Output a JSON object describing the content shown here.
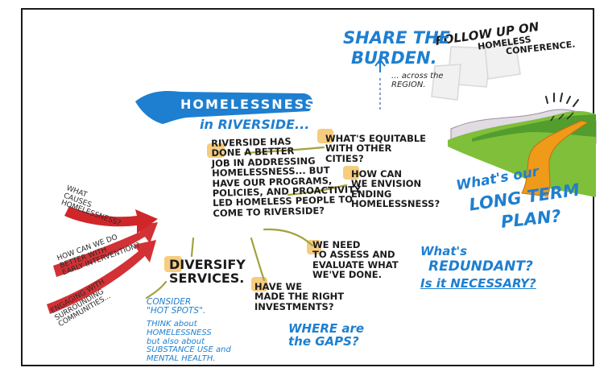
{
  "colors": {
    "accent_blue": "#1e7fd0",
    "highlight_yellow": "#f4c46a",
    "arrow_red": "#d0262a",
    "ink": "#1b1b1b",
    "connector_olive": "#a2a23e",
    "hill_green": "#7fbf3a",
    "road_orange": "#f09a1a"
  },
  "icons": [
    "road-landscape-illustration",
    "sun-rays-icon",
    "flag-banners-illustration",
    "up-arrow-icon",
    "red-arrow-icon"
  ],
  "header": {
    "followup_line1": "FOLLOW UP on",
    "followup_line2": "HOMELESS",
    "followup_line3": "CONFERENCE."
  },
  "central": {
    "banner": "HOMELESSNESS",
    "subtitle": "in RIVERSIDE..."
  },
  "nodes": {
    "share_burden_1": "SHARE the",
    "share_burden_2": "BURDEN.",
    "across_region": "... across the\nREGION.",
    "main_statement": "RIVERSIDE has\ndone a BETTER\nJOB in ADDRESSING\nHOMELESSNESS... but\nHAVE OUR PROGRAMS,\nPOLICIES, and PROACTIVITY\nLED HOMELESS PEOPLE to\nCOME to RIVERSIDE?",
    "equitable": "WHAT'S EQUITABLE\nWITH OTHER\nCITIES?",
    "envision": "HOW CAN\nWE ENVISION\nENDING\nHOMELESSNESS?",
    "long_term_1": "What's our",
    "long_term_2": "LONG TERM",
    "long_term_3": "PLAN?",
    "assess": "WE NEED\nTO ASSESS and\nEVALUATE WHAT\nWE'VE DONE.",
    "redundant_1": "What's",
    "redundant_2": "REDUNDANT?",
    "redundant_3": "Is it NECESSARY?",
    "diversify": "DIVERSIFY\nSERVICES.",
    "investments": "HAVE WE\nMADE THE RIGHT\nINVESTMENTS?",
    "gaps": "WHERE are\nthe GAPS?",
    "hot_spots": "CONSIDER\n\"HOT SPOTS\".",
    "think_about": "THINK about\nHOMELESSNESS\nbut also about\nSUBSTANCE USE and\nMENTAL HEALTH."
  },
  "arrows": {
    "causes": "WHAT\nCAUSES\nHOMELESSNESS?",
    "early": "HOW CAN WE DO\nBETTER WITH\nEARLY INTERVENTION?",
    "surrounding": "ENGAGING with\nSURROUNDING\nCOMMUNITIES..."
  }
}
